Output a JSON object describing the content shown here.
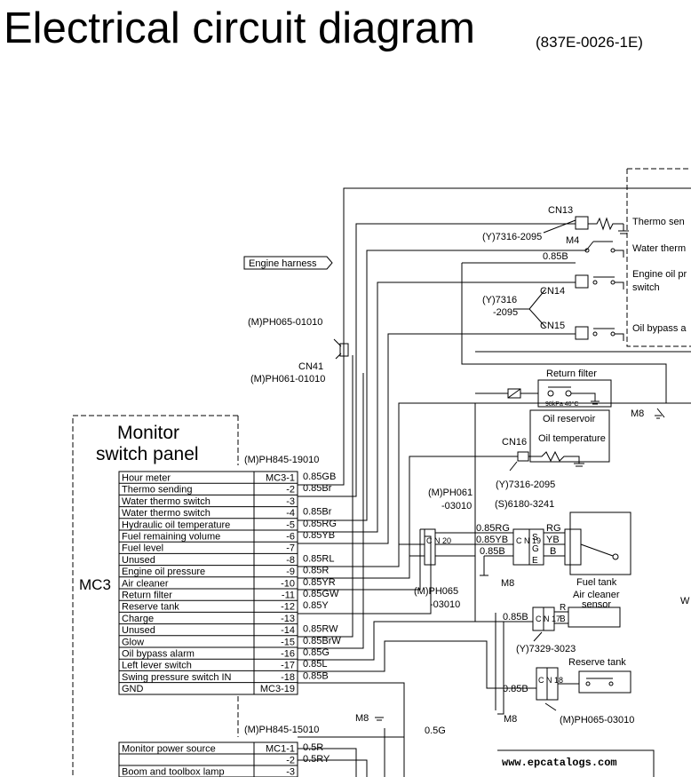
{
  "header": {
    "title": "Electrical circuit diagram",
    "doc_number": "(837E-0026-1E)"
  },
  "harness_label": "Engine harness",
  "connectors": {
    "cn41": "CN41",
    "cn41_upper_part": "(M)PH065-01010",
    "cn41_lower_part": "(M)PH061-01010",
    "cn13": "CN13",
    "cn13_part": "(Y)7316-2095",
    "m4": "M4",
    "cn14": "CN14",
    "cn15": "CN15",
    "cn14_15_part_a": "(Y)7316",
    "cn14_15_part_b": "-2095",
    "cn16": "CN16",
    "cn16_part": "(Y)7316-2095",
    "cn20_upper_a": "(M)PH061",
    "cn20_upper_b": "-03010",
    "cn20_lower_a": "(M)PH065",
    "cn20_lower_b": "-03010",
    "cn20_box": "C N 20",
    "cn19_part": "(S)6180-3241",
    "cn19_box": "C N 19",
    "cn17_part": "(Y)7329-3023",
    "cn17_box": "C N 17",
    "cn18_part": "(M)PH065-03010",
    "cn18_box": "C N 18",
    "mc3_part": "(M)PH845-19010",
    "mc1_part": "(M)PH845-15010"
  },
  "grounds": {
    "m8_a": "M8",
    "m8_b": "M8",
    "m8_c": "M8",
    "m8_d": "M8"
  },
  "components": {
    "thermo_sending": "Thermo sen",
    "water_thermo": "Water therm",
    "engine_oil_pressure_a": "Engine oil pr",
    "engine_oil_pressure_b": "switch",
    "oil_bypass": "Oil bypass a",
    "return_filter": "Return filter",
    "return_filter_spec": "98kPa 40°C",
    "oil_reservoir": "Oil reservoir",
    "oil_temperature": "Oil temperature",
    "fuel_tank": "Fuel tank",
    "air_cleaner_a": "Air cleaner",
    "air_cleaner_b": "sensor",
    "reserve_tank": "Reserve tank",
    "edge_w": "W"
  },
  "panel": {
    "title_line1": "Monitor",
    "title_line2": "switch panel",
    "connector_name": "MC3"
  },
  "mc3_pins": [
    {
      "label": "Hour meter",
      "pin": "MC3-1",
      "wire": "0.85GB"
    },
    {
      "label": "Thermo sending",
      "pin": "-2",
      "wire": "0.85Br"
    },
    {
      "label": "Water thermo switch",
      "pin": "-3",
      "wire": ""
    },
    {
      "label": "Water thermo switch",
      "pin": "-4",
      "wire": "0.85Br"
    },
    {
      "label": "Hydraulic oil temperature",
      "pin": "-5",
      "wire": "0.85RG"
    },
    {
      "label": "Fuel remaining volume",
      "pin": "-6",
      "wire": "0.85YB"
    },
    {
      "label": "Fuel level",
      "pin": "-7",
      "wire": ""
    },
    {
      "label": "Unused",
      "pin": "-8",
      "wire": "0.85RL"
    },
    {
      "label": "Engine oil pressure",
      "pin": "-9",
      "wire": "0.85R"
    },
    {
      "label": "Air cleaner",
      "pin": "-10",
      "wire": "0.85YR"
    },
    {
      "label": "Return filter",
      "pin": "-11",
      "wire": "0.85GW"
    },
    {
      "label": "Reserve tank",
      "pin": "-12",
      "wire": "0.85Y"
    },
    {
      "label": "Charge",
      "pin": "-13",
      "wire": ""
    },
    {
      "label": "Unused",
      "pin": "-14",
      "wire": "0.85RW"
    },
    {
      "label": "Glow",
      "pin": "-15",
      "wire": "0.85BrW"
    },
    {
      "label": "Oil bypass alarm",
      "pin": "-16",
      "wire": "0.85G"
    },
    {
      "label": "Left lever switch",
      "pin": "-17",
      "wire": "0.85L"
    },
    {
      "label": "Swing pressure switch IN",
      "pin": "-18",
      "wire": "0.85B"
    },
    {
      "label": "GND",
      "pin": "MC3-19",
      "wire": ""
    }
  ],
  "mc1_pins": [
    {
      "label": "Monitor power source",
      "pin": "MC1-1",
      "wire": "0.5R"
    },
    {
      "label": "",
      "pin": "-2",
      "wire": "0.5RY"
    },
    {
      "label": "Boom and toolbox lamp",
      "pin": "-3",
      "wire": ""
    }
  ],
  "wires": {
    "w_085b_top": "0.85B",
    "w_05g": "0.5G",
    "cn19_rg": "0.85RG",
    "cn19_yb": "0.85YB",
    "cn19_b": "0.85B",
    "cn17_b": "0.85B",
    "cn18_b": "0.85B"
  },
  "pins": {
    "cn19_rg": "RG",
    "cn19_yb": "YB",
    "cn19_b": "B",
    "cn19_s": "S",
    "cn19_g": "G",
    "cn19_e": "E",
    "cn17_r": "R",
    "cn17_b": "B"
  },
  "watermark": "www.epcatalogs.com"
}
